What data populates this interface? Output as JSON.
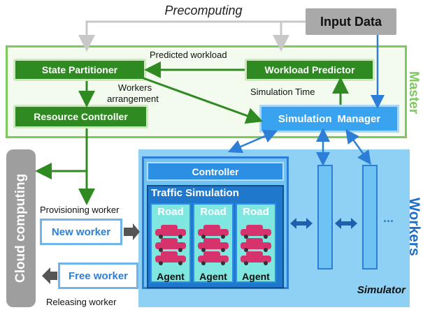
{
  "top": {
    "precomputing": "Precomputing",
    "input_data": "Input Data"
  },
  "master": {
    "label": "Master",
    "state_partitioner": "State Partitioner",
    "resource_controller": "Resource Controller",
    "workload_predictor": "Workload Predictor",
    "simulation": "Simulation",
    "manager": "Manager",
    "predicted_workload": "Predicted workload",
    "workers_arrangement_1": "Workers",
    "workers_arrangement_2": "arrangement",
    "simulation_time": "Simulation Time"
  },
  "cloud": {
    "label": "Cloud computing",
    "provisioning": "Provisioning worker",
    "new_worker": "New worker",
    "free_worker": "Free worker",
    "releasing": "Releasing worker"
  },
  "workers": {
    "label": "Workers",
    "controller": "Controller",
    "traffic_simulation": "Traffic Simulation",
    "cells": [
      {
        "road": "Road",
        "agent": "Agent"
      },
      {
        "road": "Road",
        "agent": "Agent"
      },
      {
        "road": "Road",
        "agent": "Agent"
      }
    ],
    "simulator": "Simulator",
    "ellipsis": "..."
  },
  "colors": {
    "master_border": "#7dc95e",
    "green_box": "#2f8a22",
    "blue_box": "#3aa3ef",
    "worker_blue": "#1f6fc9",
    "cloud_gray": "#9e9e9e",
    "car": "#d6336c"
  }
}
